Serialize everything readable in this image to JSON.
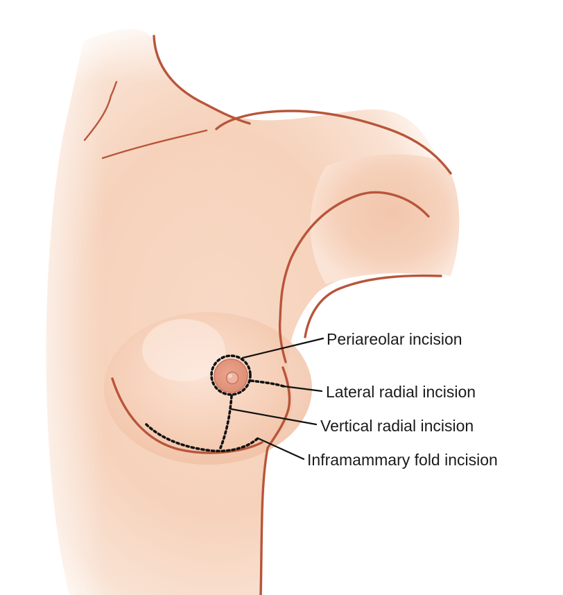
{
  "labels": {
    "periareolar": "Periareolar incision",
    "lateral_radial": "Lateral radial incision",
    "vertical_radial": "Vertical radial incision",
    "inframammary": "Inframammary fold incision"
  },
  "colors": {
    "skin_light": "#fdeee3",
    "skin_mid": "#f6d3bd",
    "skin_shadow": "#eebc9f",
    "outline": "#b8553a",
    "areola": "#e39a84",
    "nipple": "#e7a691",
    "incision": "#111111",
    "text": "#1a1a1a"
  }
}
